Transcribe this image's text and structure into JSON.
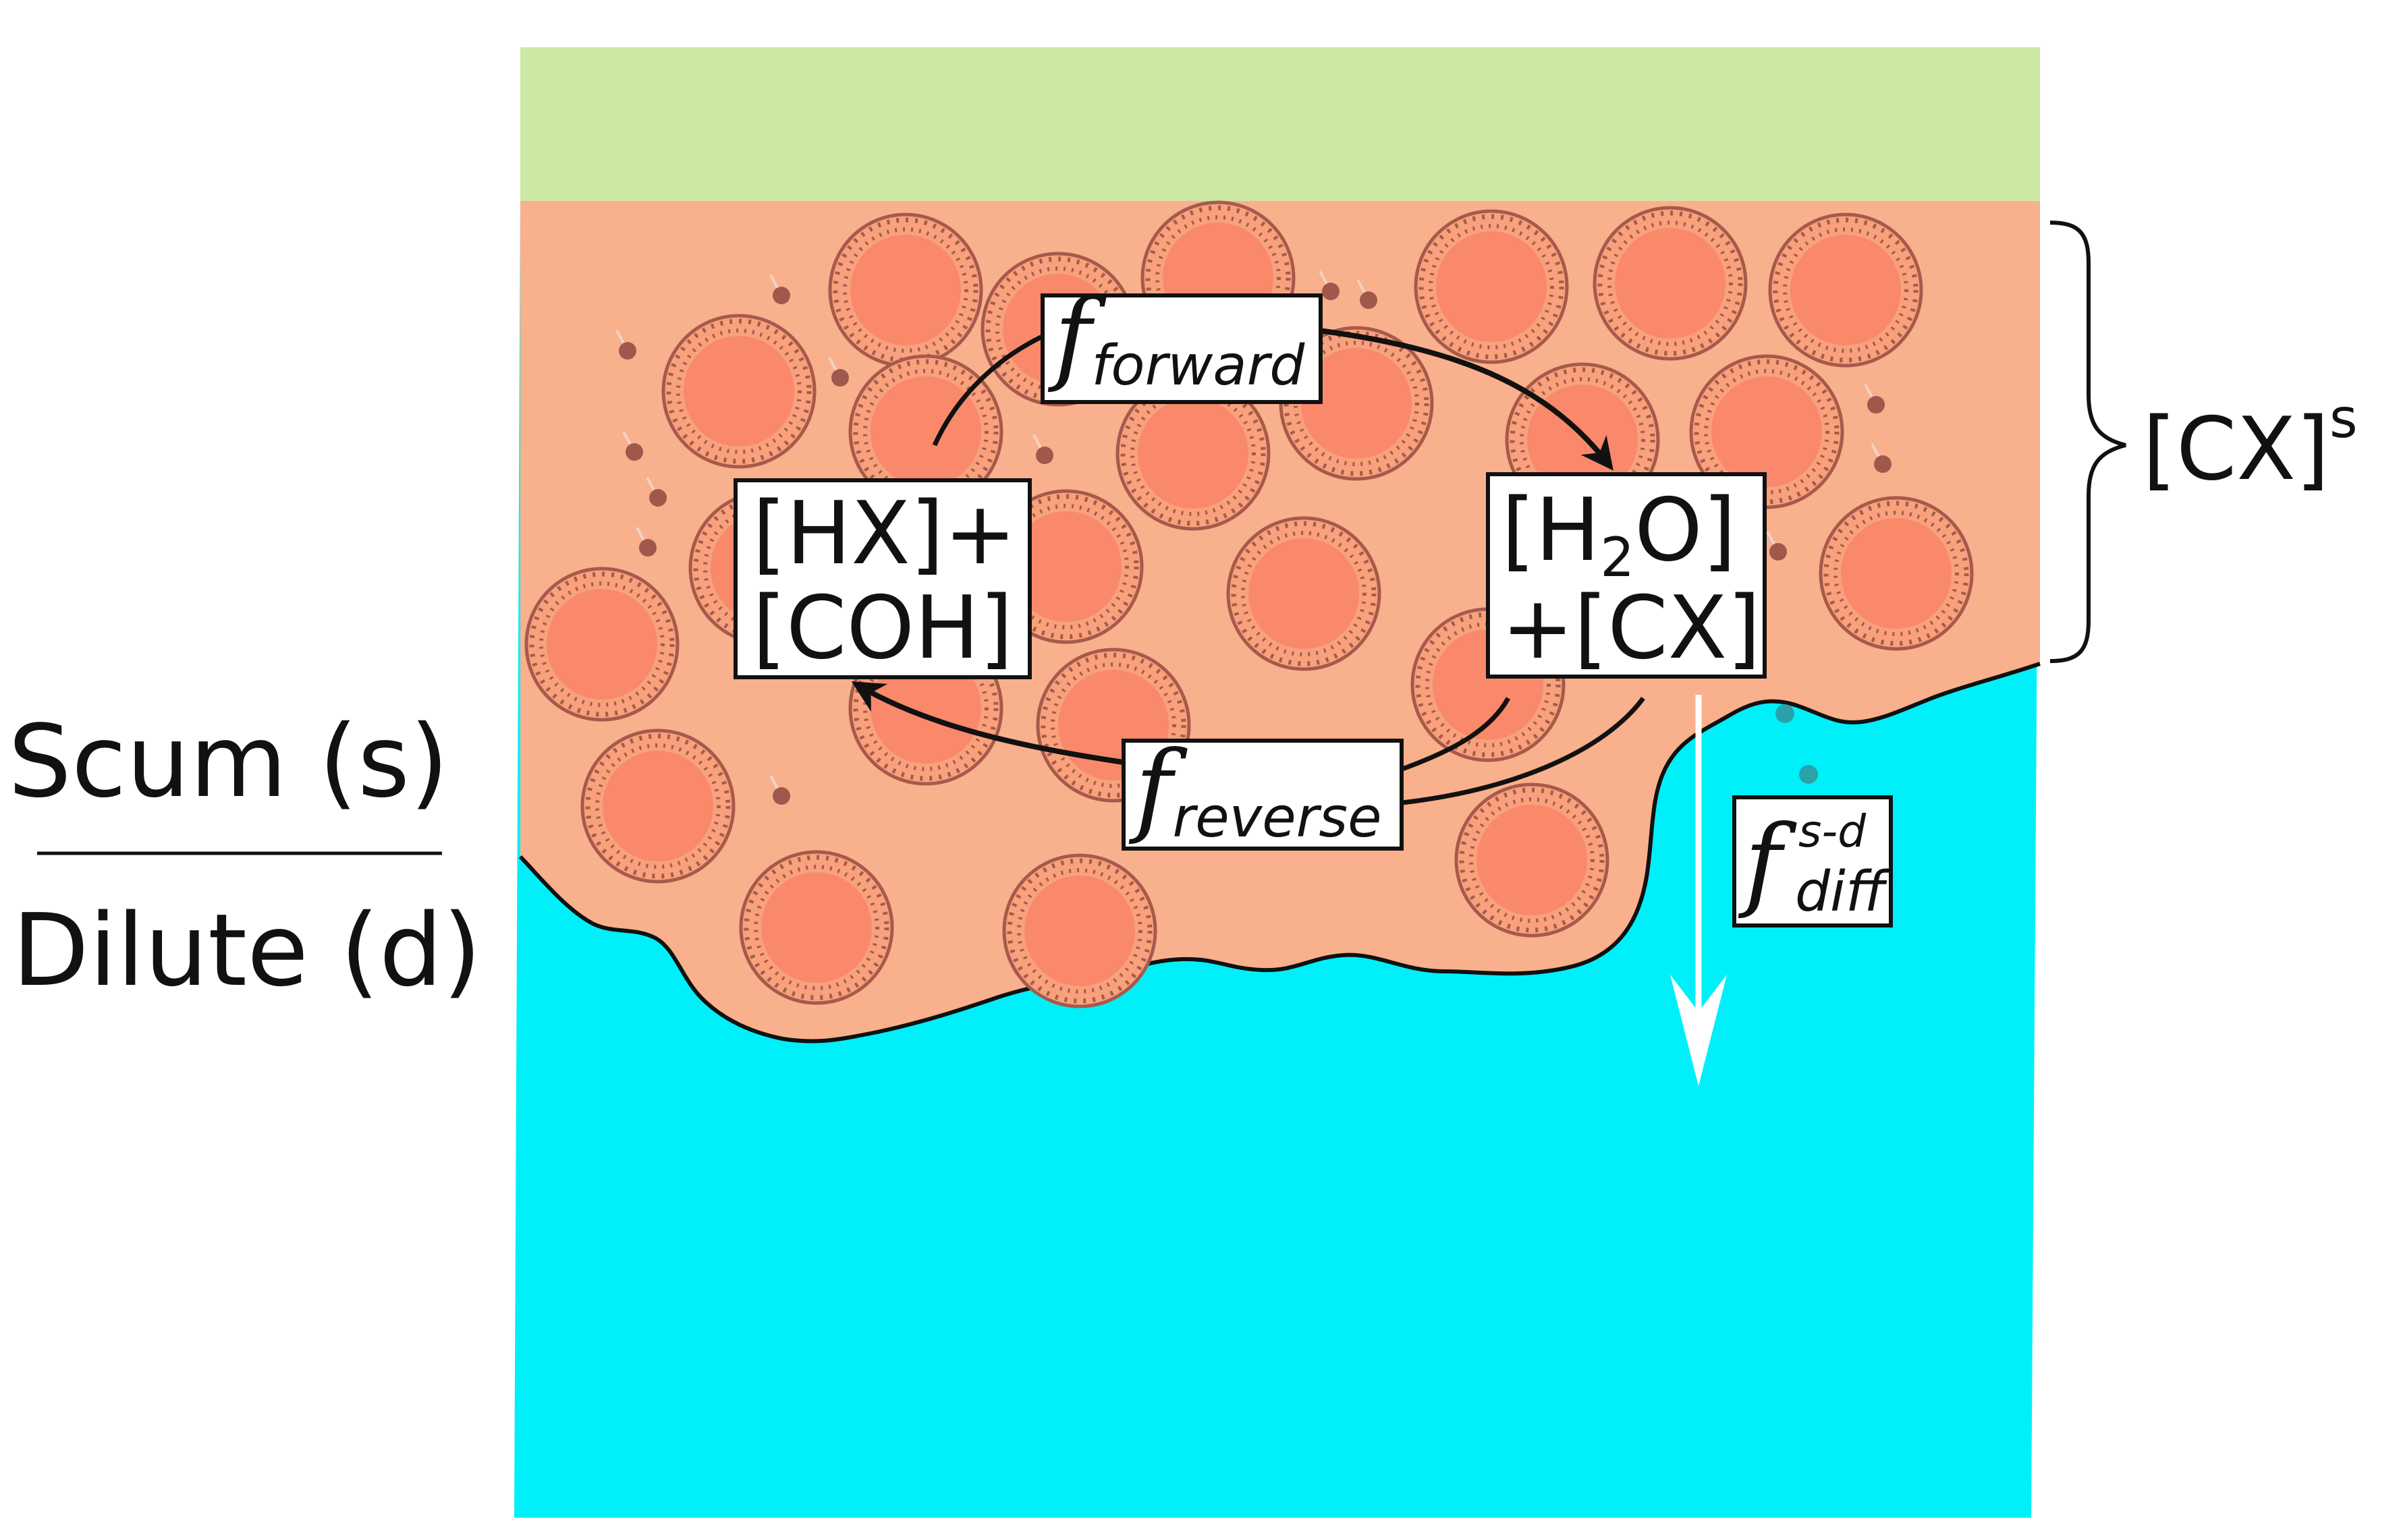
{
  "labels": {
    "scum": "Scum (s)",
    "dilute": "Dilute (d)",
    "bracket_label": "[CX]",
    "bracket_sup": "s"
  },
  "boxes": {
    "reactants_line1": "[HX]+",
    "reactants_line2": "[COH]",
    "products_h": "[H",
    "products_sub": "2",
    "products_o": "O]",
    "products_line2": "+[CX]"
  },
  "fluxes": {
    "forward_f": "f",
    "forward_sub": "forward",
    "reverse_f": "f",
    "reverse_sub": "reverse",
    "diff_f": "f",
    "diff_sup": "s-d",
    "diff_sub": "diff"
  },
  "colors": {
    "top_layer": "#cde8a4",
    "scum_layer": "#f9b08c",
    "dilute_layer": "#00f0fa",
    "cell_fill": "#f9896a",
    "cell_ring": "#bd6a5a",
    "particle": "#a0584c",
    "diffusion_arrow": "#ffffff"
  },
  "icons": {
    "cell": "vesicle-cell-icon",
    "particle": "molecule-dot-icon"
  }
}
